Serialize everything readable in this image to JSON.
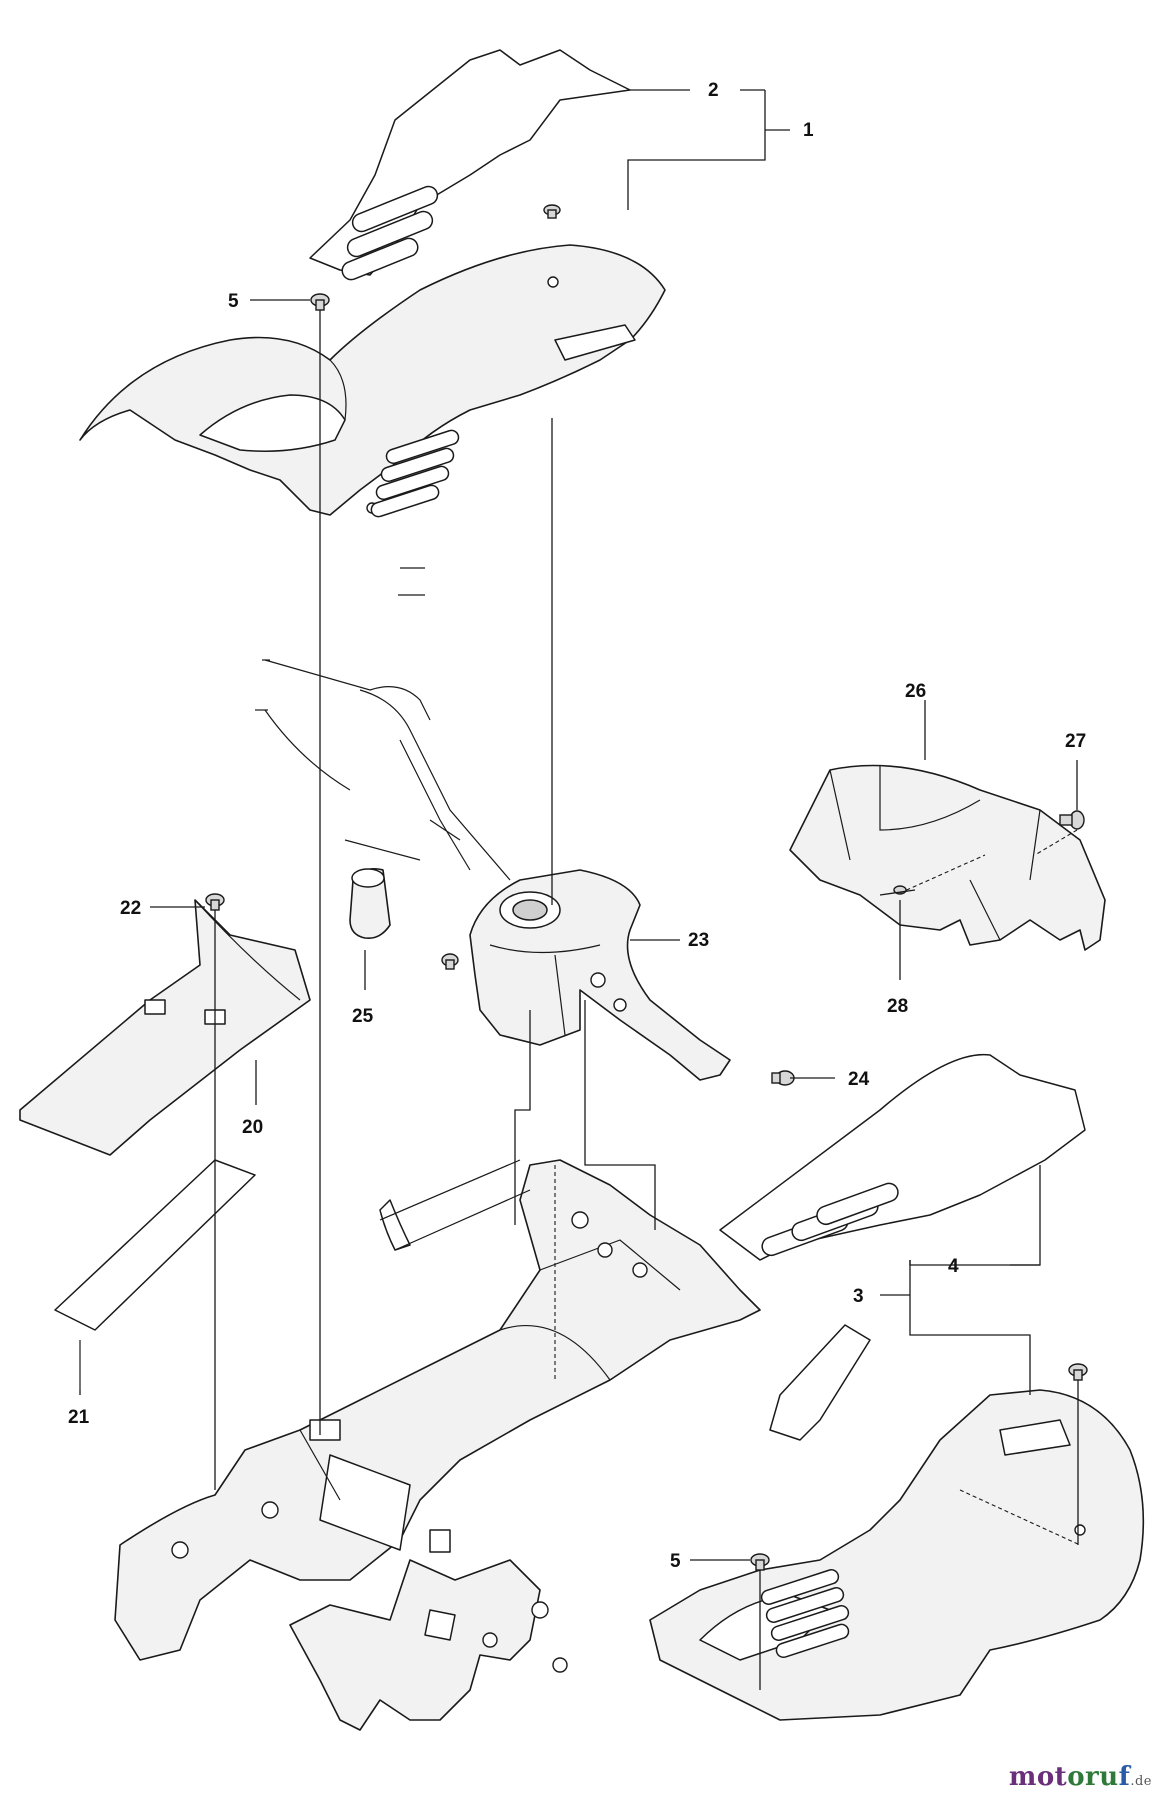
{
  "callouts": {
    "c1": "1",
    "c2": "2",
    "c3": "3",
    "c4": "4",
    "c5a": "5",
    "c5b": "5",
    "c20": "20",
    "c21": "21",
    "c22": "22",
    "c23": "23",
    "c24": "24",
    "c25": "25",
    "c26": "26",
    "c27": "27",
    "c28": "28"
  },
  "watermark": {
    "part1": "mot",
    "part2": "oru",
    "part3": "f",
    "tld": ".de"
  }
}
